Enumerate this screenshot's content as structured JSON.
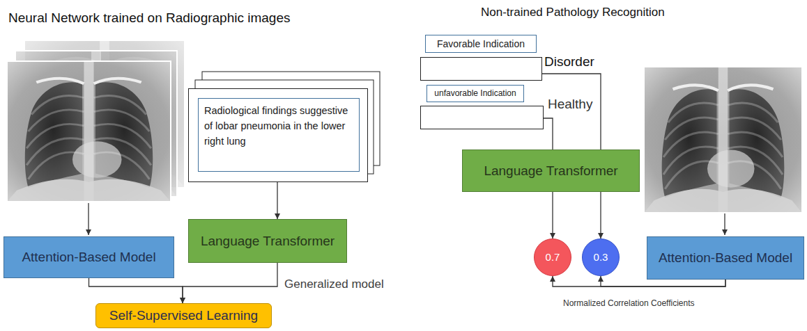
{
  "diagram": {
    "nodes": [
      {
        "text": [
          "Radiological findings suggestive of lobar pneumonia in the lower right lung"
        ]
      },
      {
        "text": [
          "Attention-Based Model"
        ]
      },
      {
        "text": [
          "Language Transformer"
        ]
      },
      {
        "text": [
          "Self-Supervised Learning"
        ]
      },
      {
        "text": [
          "Favorable Indication"
        ]
      },
      {
        "text": [
          "Disorder"
        ]
      },
      {
        "text": [
          "unfavorable Indication"
        ]
      },
      {
        "text": [
          "Healthy"
        ]
      },
      {
        "text": [
          "Language Transformer"
        ]
      },
      {
        "text": [
          "0.7"
        ]
      },
      {
        "text": [
          "0.3"
        ]
      },
      {
        "text": [
          "Attention-Based Model"
        ]
      }
    ],
    "edges": [
      {
        "from": 0,
        "to": 2,
        "arrow": "to"
      },
      {
        "from": 1,
        "to": 3,
        "arrow": "to"
      },
      {
        "from": 2,
        "to": 3,
        "arrow": "to"
      },
      {
        "from": 5,
        "to": 8,
        "arrow": "none"
      },
      {
        "from": 7,
        "to": 8,
        "arrow": "none"
      },
      {
        "from": 8,
        "to": 9,
        "arrow": "to"
      },
      {
        "from": 8,
        "to": 10,
        "arrow": "to"
      },
      {
        "from": 11,
        "to": 9,
        "arrow": "to"
      },
      {
        "from": 11,
        "to": 10,
        "arrow": "to"
      }
    ],
    "labels": [
      "Neural Network trained on Radiographic images",
      "Non-trained Pathology Recognition",
      "Generalized model",
      "Normalized Correlation Coefficients"
    ]
  }
}
